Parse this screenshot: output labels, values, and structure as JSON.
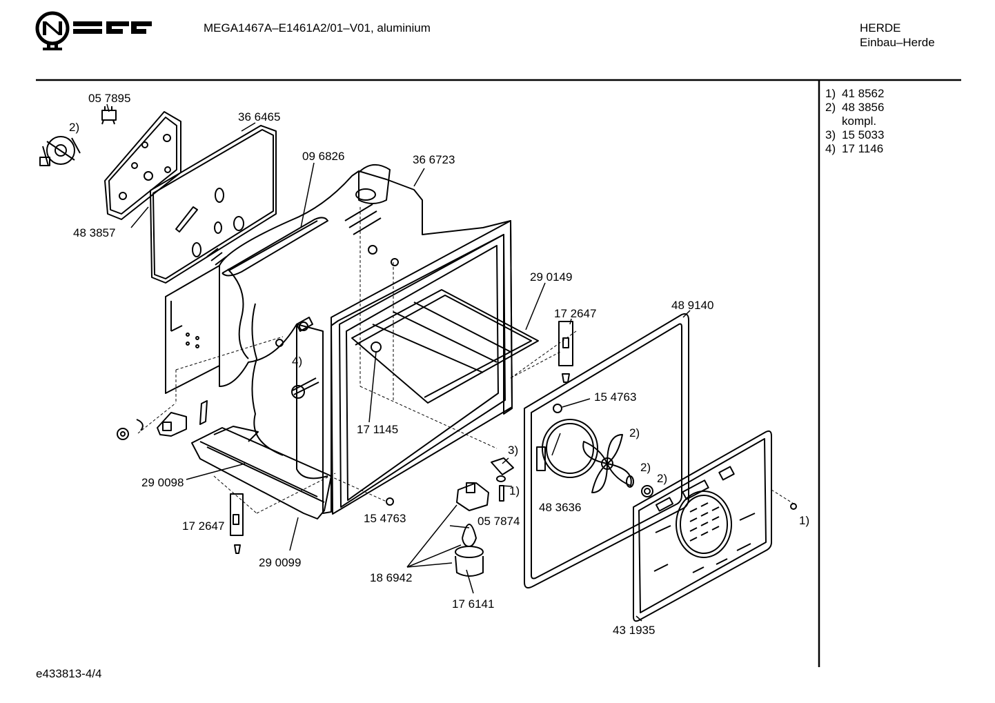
{
  "header": {
    "title": "MEGA1467A–E1461A2/01–V01, aluminium",
    "category": "HERDE",
    "subcategory": "Einbau–Herde"
  },
  "brand": {
    "logo_text": "NEFF"
  },
  "legend": [
    {
      "key": "1)",
      "value": "41 8562",
      "note": ""
    },
    {
      "key": "2)",
      "value": "48 3856",
      "note": "kompl."
    },
    {
      "key": "3)",
      "value": "15 5033",
      "note": ""
    },
    {
      "key": "4)",
      "value": "17 1146",
      "note": ""
    }
  ],
  "parts": {
    "p057895": "05 7895",
    "p366465": "36 6465",
    "p096826": "09 6826",
    "p366723": "36 6723",
    "p483857": "48 3857",
    "p290149": "29 0149",
    "p489140": "48 9140",
    "p172647a": "17 2647",
    "p154763a": "15 4763",
    "p171145": "17 1145",
    "p290098": "29 0098",
    "p172647b": "17 2647",
    "p290099": "29 0099",
    "p154763b": "15 4763",
    "p057874": "05 7874",
    "p483636": "48 3636",
    "p186942": "18 6942",
    "p176141": "17 6141",
    "p431935": "43 1935"
  },
  "callouts": {
    "c2_top": "2)",
    "c4": "4)",
    "c3": "3)",
    "c1_mid": "1)",
    "c2_fan1": "2)",
    "c2_fan2": "2)",
    "c2_fan3": "2)",
    "c1_right": "1)"
  },
  "footer": {
    "doc_id": "e433813-4/4"
  }
}
